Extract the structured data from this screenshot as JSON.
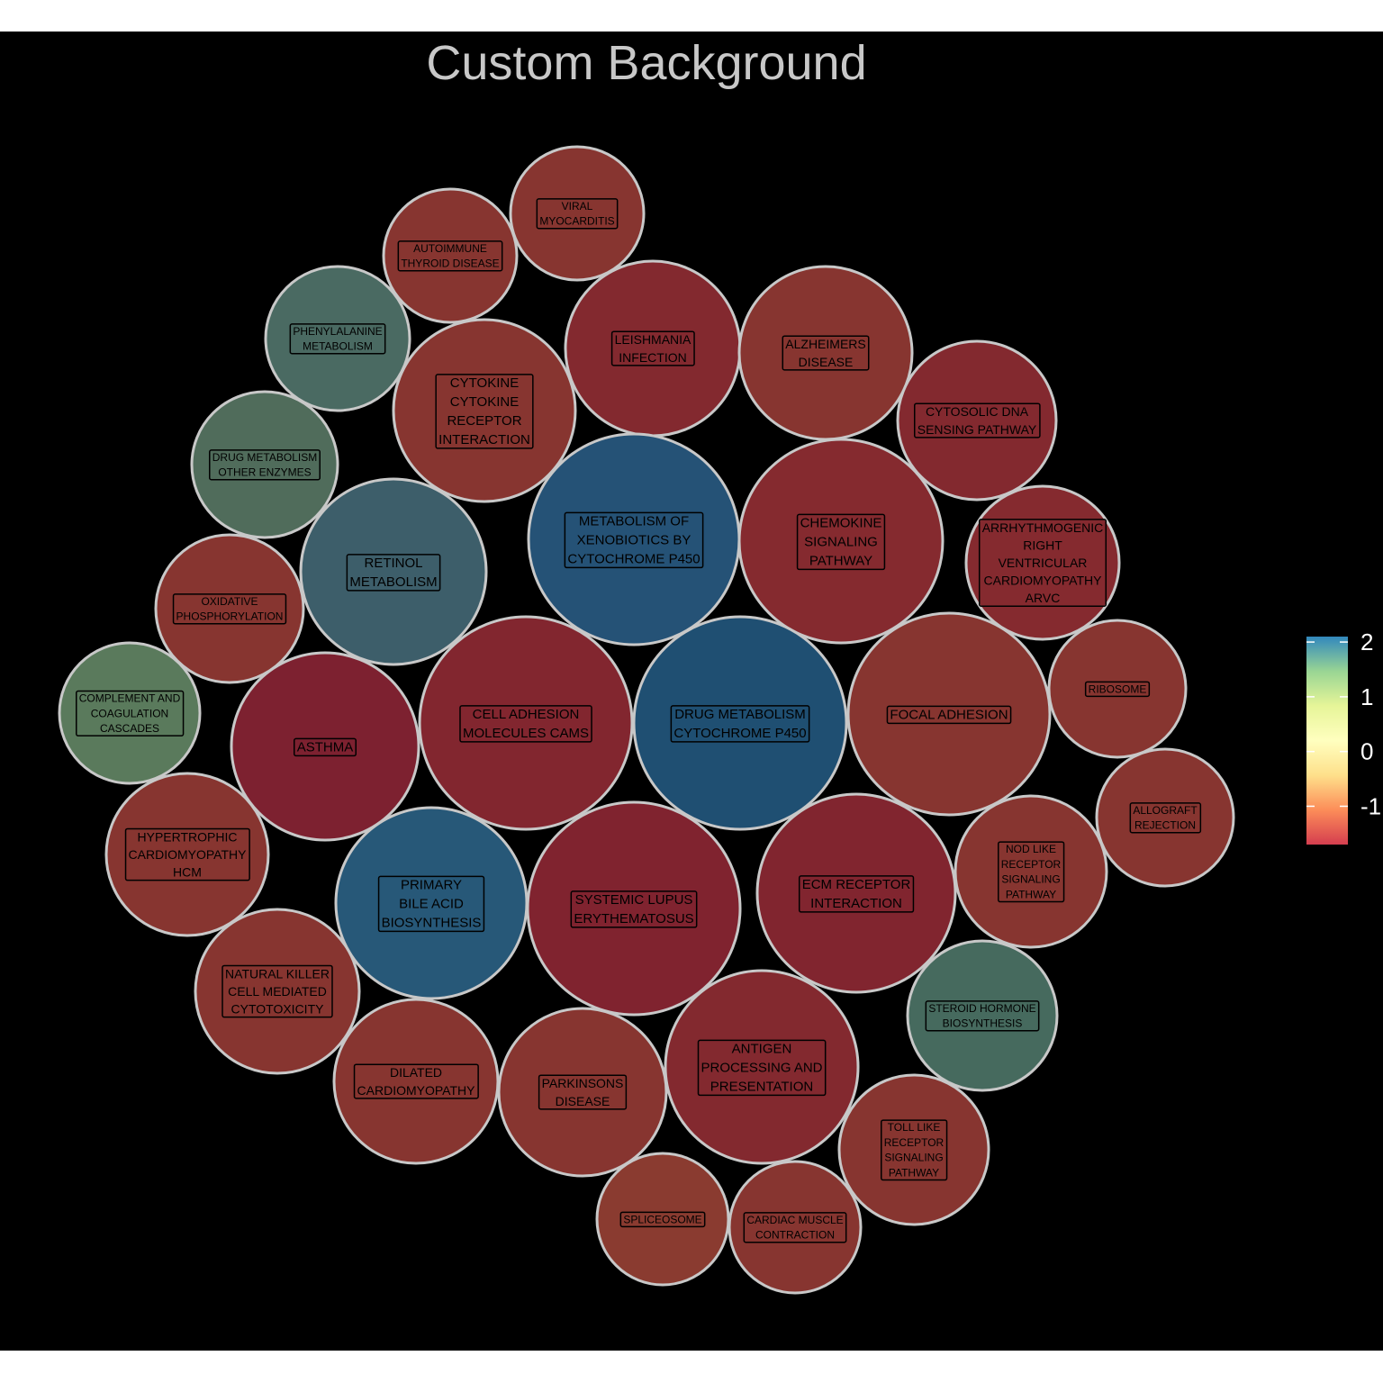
{
  "chart_data": {
    "type": "bubble",
    "title": "Custom Background",
    "legend": {
      "position": "right",
      "ticks": [
        "2",
        "1",
        "0",
        "-1"
      ],
      "range": [
        -1.7,
        2.1
      ],
      "colors": [
        "#d53e4f",
        "#fc8d59",
        "#fee08b",
        "#ffffbf",
        "#e6f598",
        "#99d594",
        "#3288bd"
      ]
    },
    "bubbles": [
      {
        "label": [
          "VIRAL",
          "MYOCARDITIS"
        ],
        "value": -1.4,
        "color": "#873530"
      },
      {
        "label": [
          "AUTOIMMUNE",
          "THYROID DISEASE"
        ],
        "value": -1.4,
        "color": "#873530"
      },
      {
        "label": [
          "PHENYLALANINE",
          "METABOLISM"
        ],
        "value": 1.5,
        "color": "#4a6a62"
      },
      {
        "label": [
          "LEISHMANIA",
          "INFECTION"
        ],
        "value": -1.6,
        "color": "#83292f"
      },
      {
        "label": [
          "ALZHEIMERS",
          "DISEASE"
        ],
        "value": -1.4,
        "color": "#873530"
      },
      {
        "label": [
          "CYTOKINE",
          "CYTOKINE",
          "RECEPTOR",
          "INTERACTION"
        ],
        "value": -1.4,
        "color": "#873530"
      },
      {
        "label": [
          "CYTOSOLIC DNA",
          "SENSING PATHWAY"
        ],
        "value": -1.6,
        "color": "#83292f"
      },
      {
        "label": [
          "DRUG METABOLISM",
          "OTHER ENZYMES"
        ],
        "value": 1.4,
        "color": "#506c5b"
      },
      {
        "label": [
          "METABOLISM OF",
          "XENOBIOTICS BY",
          "CYTOCHROME P450"
        ],
        "value": 2.0,
        "color": "#255276"
      },
      {
        "label": [
          "CHEMOKINE",
          "SIGNALING",
          "PATHWAY"
        ],
        "value": -1.5,
        "color": "#852a2f"
      },
      {
        "label": [
          "ARRHYTHMOGENIC",
          "RIGHT",
          "VENTRICULAR",
          "CARDIOMYOPATHY",
          "ARVC"
        ],
        "value": -1.5,
        "color": "#852a2f"
      },
      {
        "label": [
          "RETINOL",
          "METABOLISM"
        ],
        "value": 1.7,
        "color": "#3d5e6a"
      },
      {
        "label": [
          "OXIDATIVE",
          "PHOSPHORYLATION"
        ],
        "value": -1.4,
        "color": "#873530"
      },
      {
        "label": [
          "COMPLEMENT AND",
          "COAGULATION",
          "CASCADES"
        ],
        "value": 1.3,
        "color": "#5a7a5c"
      },
      {
        "label": [
          "ASTHMA"
        ],
        "value": -1.7,
        "color": "#7d2130"
      },
      {
        "label": [
          "CELL ADHESION",
          "MOLECULES CAMS"
        ],
        "value": -1.6,
        "color": "#82262f"
      },
      {
        "label": [
          "DRUG METABOLISM",
          "CYTOCHROME P450"
        ],
        "value": 2.1,
        "color": "#1f4f72"
      },
      {
        "label": [
          "FOCAL ADHESION"
        ],
        "value": -1.4,
        "color": "#873530"
      },
      {
        "label": [
          "RIBOSOME"
        ],
        "value": -1.4,
        "color": "#873530"
      },
      {
        "label": [
          "ALLOGRAFT",
          "REJECTION"
        ],
        "value": -1.4,
        "color": "#873530"
      },
      {
        "label": [
          "HYPERTROPHIC",
          "CARDIOMYOPATHY",
          "HCM"
        ],
        "value": -1.4,
        "color": "#873530"
      },
      {
        "label": [
          "PRIMARY",
          "BILE ACID",
          "BIOSYNTHESIS"
        ],
        "value": 2.0,
        "color": "#275878"
      },
      {
        "label": [
          "SYSTEMIC LUPUS",
          "ERYTHEMATOSUS"
        ],
        "value": -1.7,
        "color": "#80232f"
      },
      {
        "label": [
          "ECM RECEPTOR",
          "INTERACTION"
        ],
        "value": -1.6,
        "color": "#81252f"
      },
      {
        "label": [
          "NOD LIKE",
          "RECEPTOR",
          "SIGNALING",
          "PATHWAY"
        ],
        "value": -1.4,
        "color": "#873530"
      },
      {
        "label": [
          "NATURAL KILLER",
          "CELL MEDIATED",
          "CYTOTOXICITY"
        ],
        "value": -1.4,
        "color": "#873530"
      },
      {
        "label": [
          "STEROID HORMONE",
          "BIOSYNTHESIS"
        ],
        "value": 1.5,
        "color": "#466a5e"
      },
      {
        "label": [
          "DILATED",
          "CARDIOMYOPATHY"
        ],
        "value": -1.4,
        "color": "#873530"
      },
      {
        "label": [
          "PARKINSONS",
          "DISEASE"
        ],
        "value": -1.4,
        "color": "#873530"
      },
      {
        "label": [
          "ANTIGEN",
          "PROCESSING AND",
          "PRESENTATION"
        ],
        "value": -1.6,
        "color": "#83292f"
      },
      {
        "label": [
          "TOLL LIKE",
          "RECEPTOR",
          "SIGNALING",
          "PATHWAY"
        ],
        "value": -1.4,
        "color": "#873530"
      },
      {
        "label": [
          "SPLICEOSOME"
        ],
        "value": -1.3,
        "color": "#8a3b30"
      },
      {
        "label": [
          "CARDIAC MUSCLE",
          "CONTRACTION"
        ],
        "value": -1.4,
        "color": "#873530"
      }
    ]
  }
}
